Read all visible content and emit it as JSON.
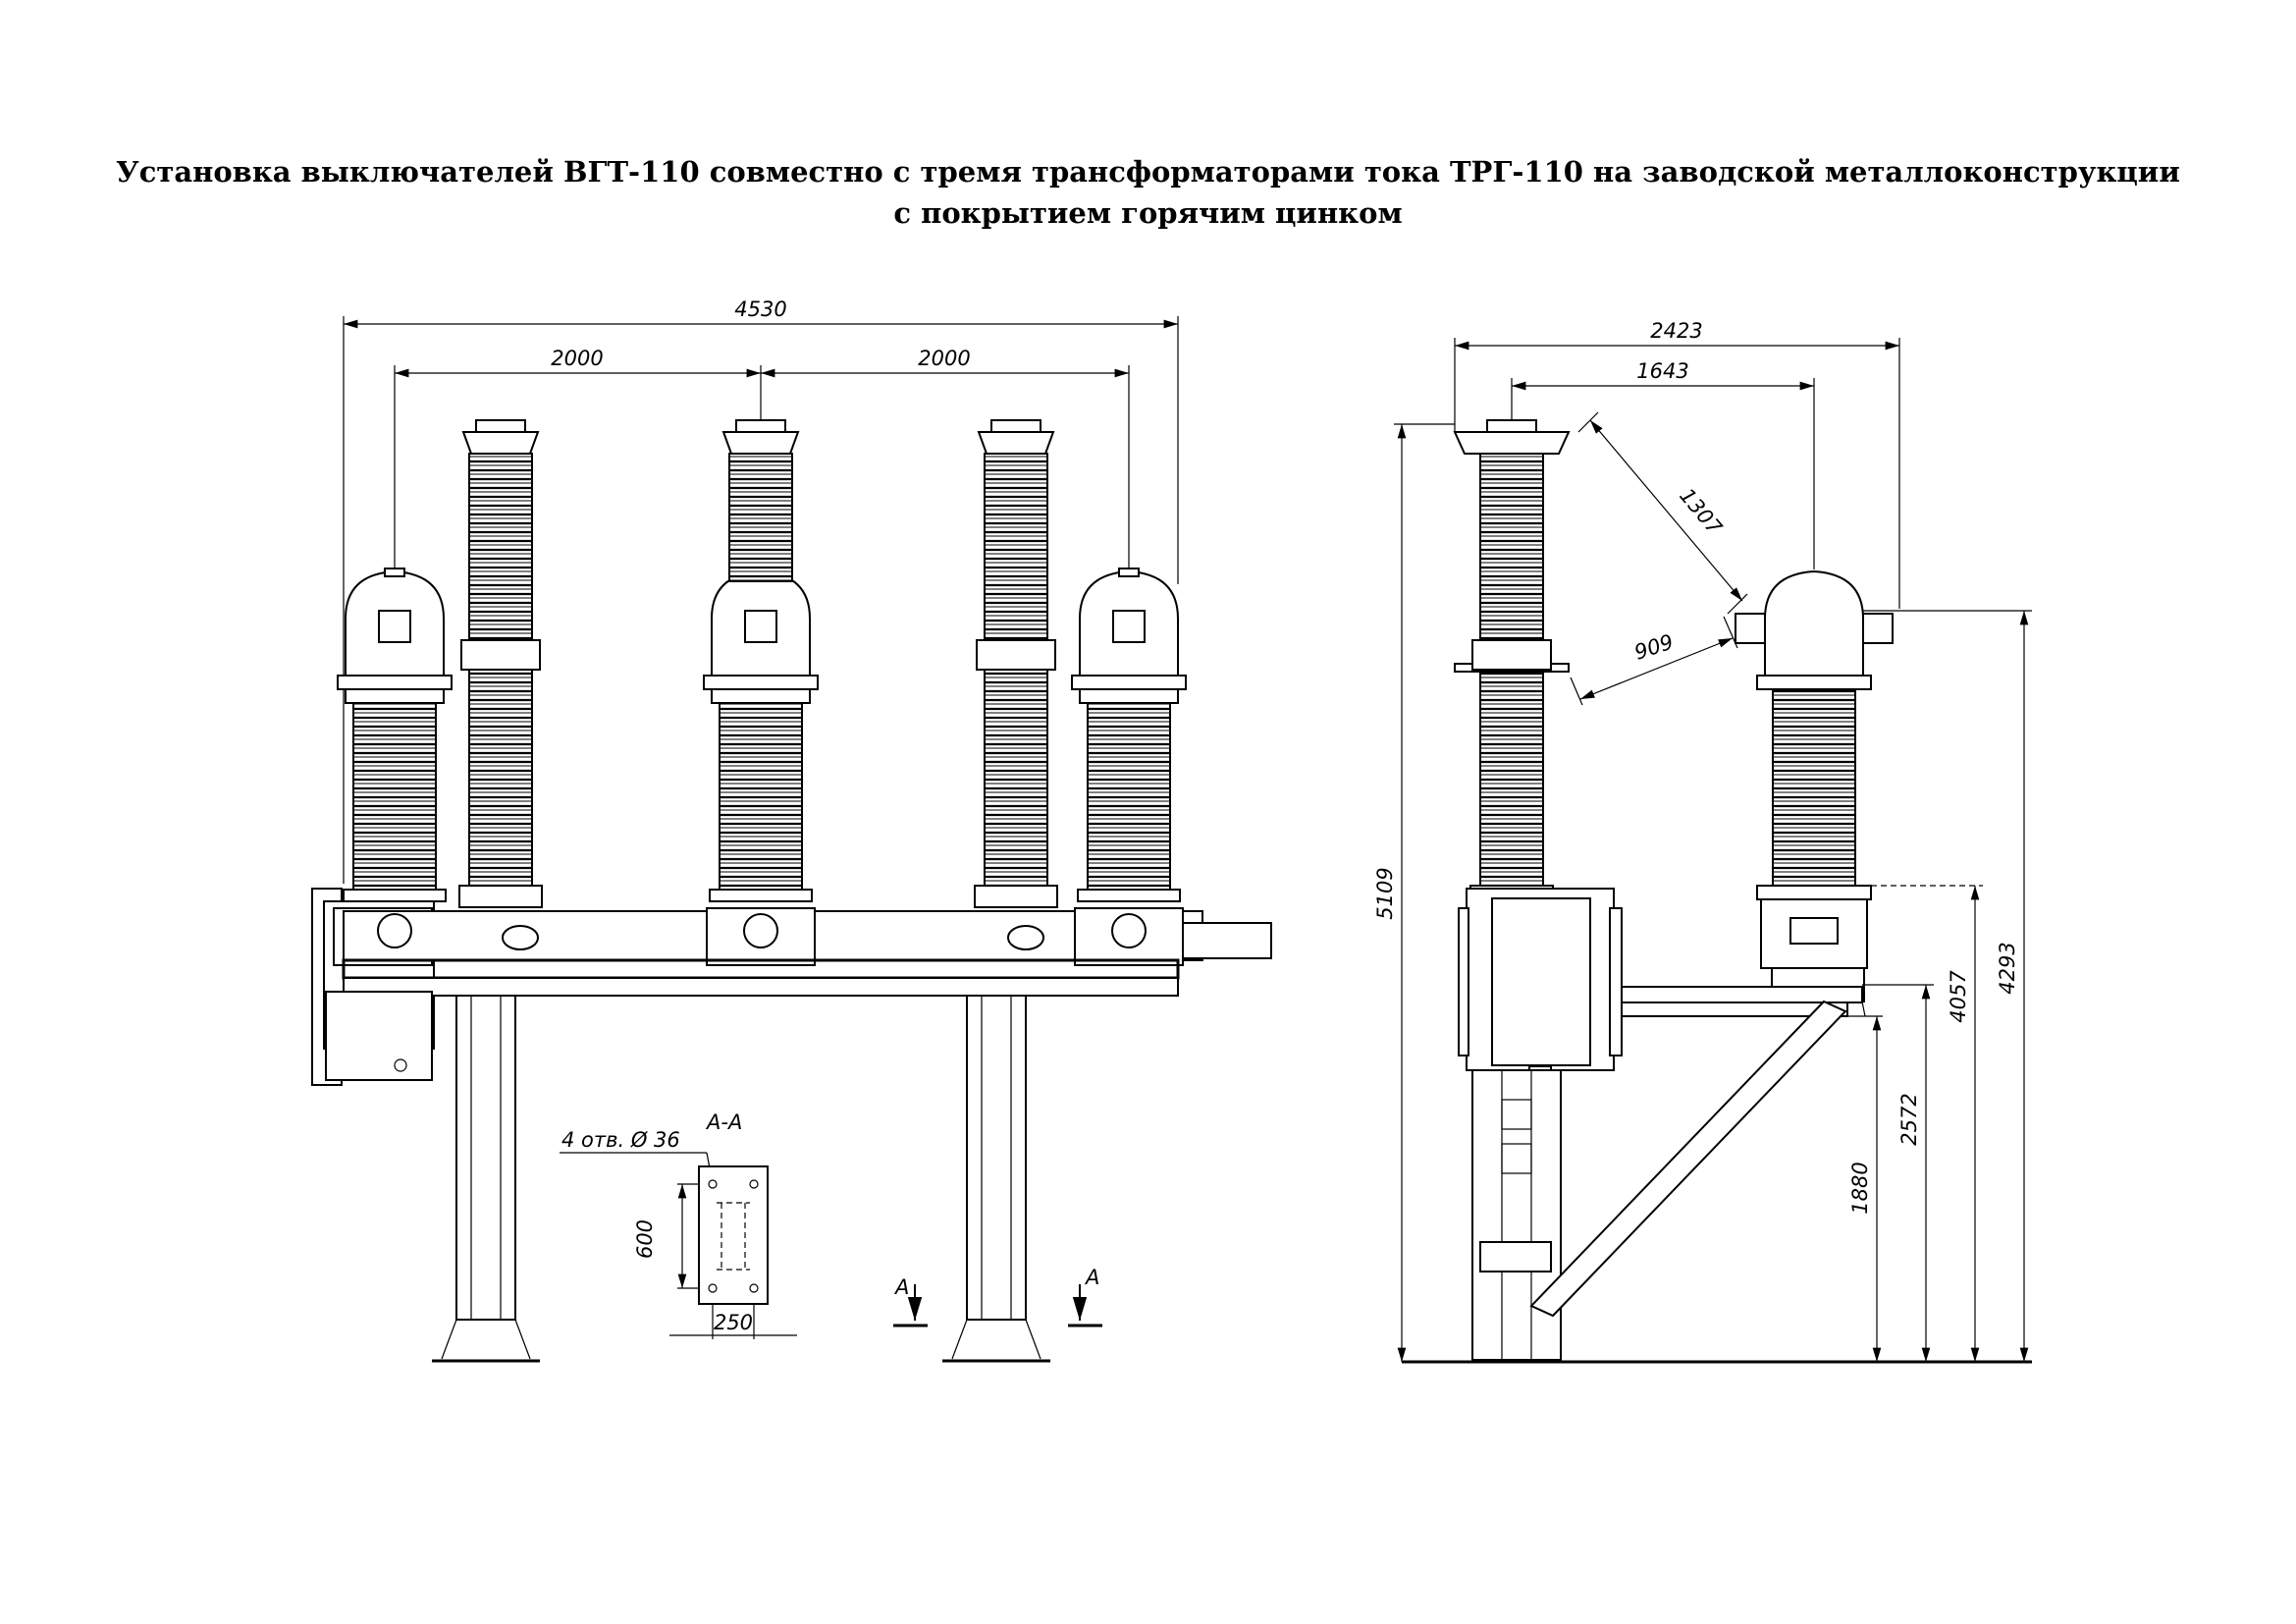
{
  "title": {
    "line1": "Установка выключателей ВГТ-110 совместно с тремя трансформаторами тока ТРГ-110  на заводской металлоконструкции",
    "line2": "с покрытием горячим цинком"
  },
  "front_view": {
    "dim_total_width": "4530",
    "dim_pole_spacing_left": "2000",
    "dim_pole_spacing_right": "2000"
  },
  "section_aa": {
    "title": "А-А",
    "holes_note": "4 отв. Ø 36",
    "dim_height": "600",
    "dim_width": "250",
    "cut_marker_left": "А",
    "cut_marker_right": "А"
  },
  "side_view": {
    "dim_total_width": "2423",
    "dim_center_to_ct": "1643",
    "dim_diagonal_top": "1307",
    "dim_diagonal_mid": "909",
    "dim_total_height": "5109",
    "dim_height_1": "4293",
    "dim_height_2": "4057",
    "dim_height_3": "2572",
    "dim_height_4": "1880"
  }
}
